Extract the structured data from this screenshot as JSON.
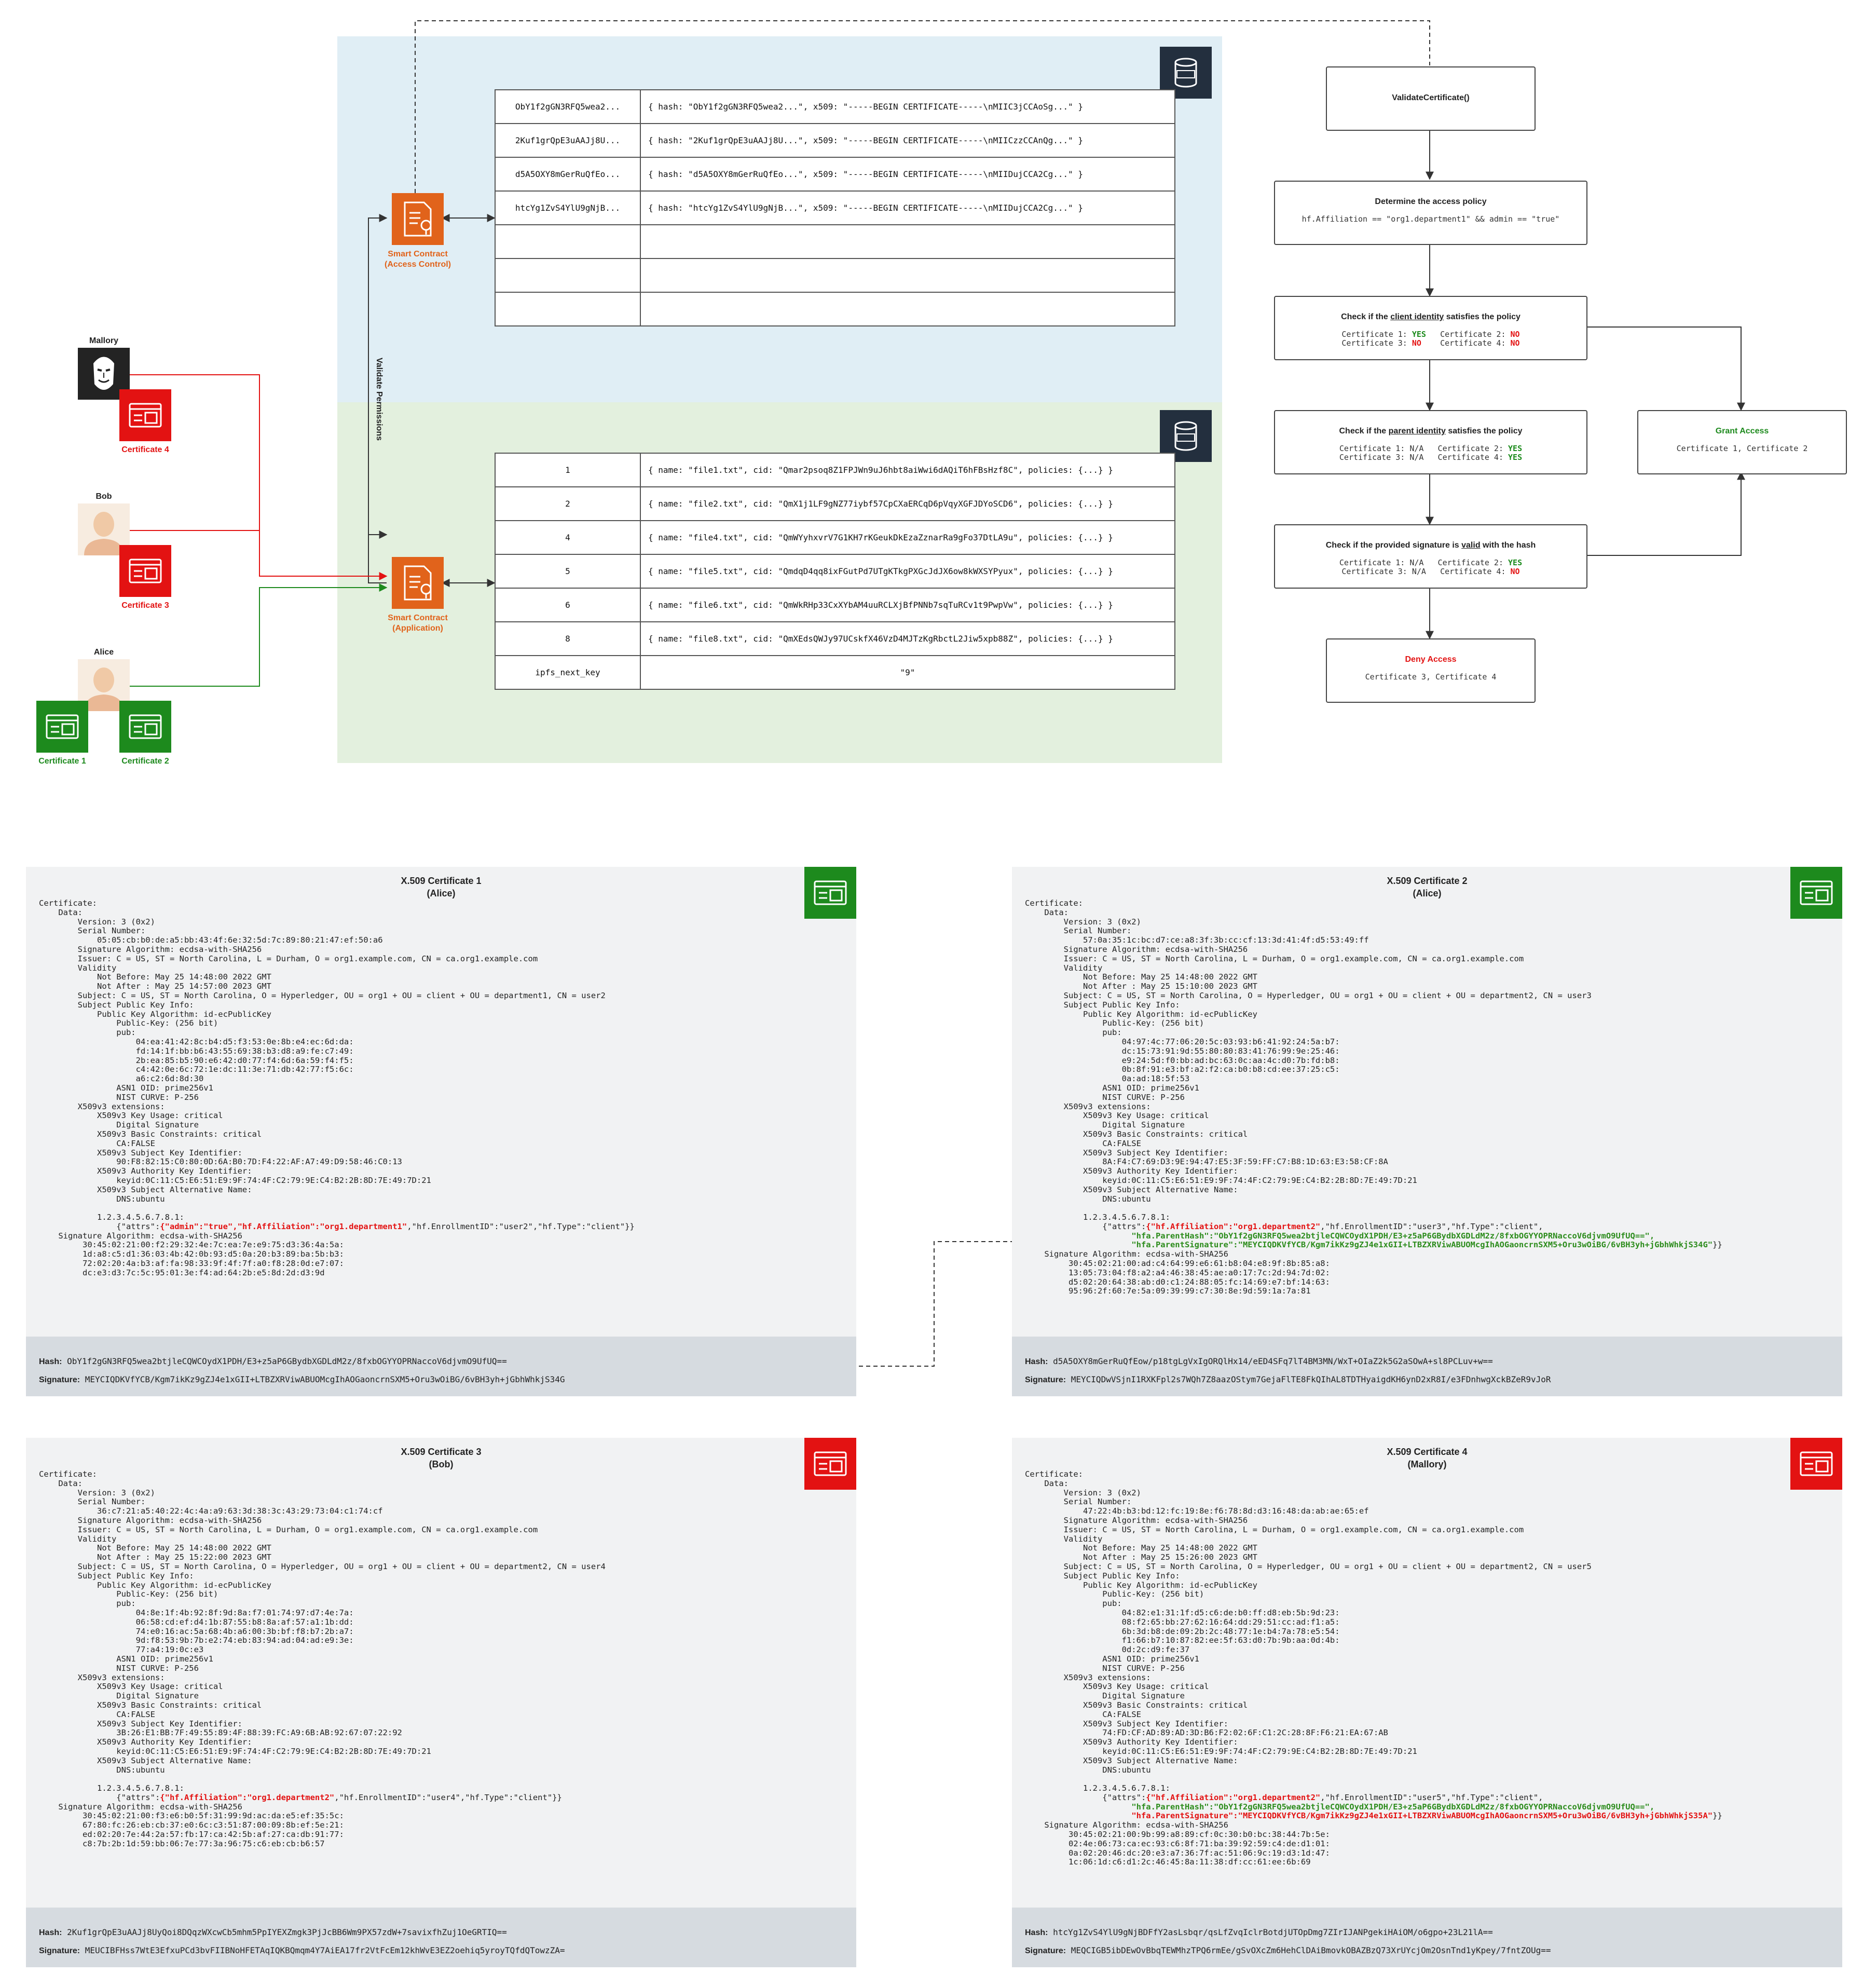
{
  "network": {
    "access_control_label": "Smart Contract\n(Access Control)",
    "application_label": "Smart Contract\n(Application)",
    "validate_permissions": "Validate Permissions",
    "cert_table": [
      {
        "key": "ObY1f2gGN3RFQ5wea2...",
        "value": "{ hash: \"ObY1f2gGN3RFQ5wea2...\", x509: \"-----BEGIN CERTIFICATE-----\\nMIIC3jCCAoSg...\" }"
      },
      {
        "key": "2Kuf1grQpE3uAAJj8U...",
        "value": "{ hash: \"2Kuf1grQpE3uAAJj8U...\", x509: \"-----BEGIN CERTIFICATE-----\\nMIICzzCCAnQg...\" }"
      },
      {
        "key": "d5A5OXY8mGerRuQfEo...",
        "value": "{ hash: \"d5A5OXY8mGerRuQfEo...\", x509: \"-----BEGIN CERTIFICATE-----\\nMIIDujCCA2Cg...\" }"
      },
      {
        "key": "htcYg1ZvS4YlU9gNjB...",
        "value": "{ hash: \"htcYg1ZvS4YlU9gNjB...\", x509: \"-----BEGIN CERTIFICATE-----\\nMIIDujCCA2Cg...\" }"
      },
      {
        "key": "",
        "value": ""
      },
      {
        "key": "",
        "value": ""
      },
      {
        "key": "",
        "value": ""
      }
    ],
    "file_table": [
      {
        "key": "1",
        "value": "{ name: \"file1.txt\", cid: \"Qmar2psoq8Z1FPJWn9uJ6hbt8aiWwi6dAQiT6hFBsHzf8C\", policies: {...} }"
      },
      {
        "key": "2",
        "value": "{ name: \"file2.txt\", cid: \"QmX1j1LF9gNZ77iybf57CpCXaERCqD6pVqyXGFJDYoSCD6\", policies: {...} }"
      },
      {
        "key": "4",
        "value": "{ name: \"file4.txt\", cid: \"QmWYyhxvrV7G1KH7rKGeukDkEzaZznarRa9gFo37DtLA9u\", policies: {...} }"
      },
      {
        "key": "5",
        "value": "{ name: \"file5.txt\", cid: \"QmdqD4qq8ixFGutPd7UTgKTkgPXGcJdJX6ow8kWXSYPyux\", policies: {...} }"
      },
      {
        "key": "6",
        "value": "{ name: \"file6.txt\", cid: \"QmWkRHp33CxXYbAM4uuRCLXjBfPNNb7sqTuRCv1t9PwpVw\", policies: {...} }"
      },
      {
        "key": "8",
        "value": "{ name: \"file8.txt\", cid: \"QmXEdsQWJy97UCskfX46VzD4MJTzKgRbctL2Jiw5xpb88Z\", policies: {...} }"
      },
      {
        "key": "ipfs_next_key",
        "value": "\"9\""
      }
    ]
  },
  "users": {
    "mallory": "Mallory",
    "bob": "Bob",
    "alice": "Alice",
    "cert1": "Certificate 1",
    "cert2": "Certificate 2",
    "cert3": "Certificate 3",
    "cert4": "Certificate 4"
  },
  "flow": {
    "validate": "ValidateCertificate()",
    "determine_title": "Determine the access policy",
    "determine_policy": "hf.Affiliation == \"org1.department1\" && admin == \"true\"",
    "client_title_pre": "Check if the ",
    "client_title_u": "client identity",
    "client_title_post": " satisfies the policy",
    "parent_title_pre": "Check if the ",
    "parent_title_u": "parent identity",
    "parent_title_post": " satisfies the policy",
    "sig_title_pre": "Check if the provided signature is ",
    "sig_title_u": "valid",
    "sig_title_post": " with the hash",
    "grant_title": "Grant Access",
    "grant_detail": "Certificate 1, Certificate 2",
    "deny_title": "Deny Access",
    "deny_detail": "Certificate 3, Certificate 4",
    "c1": "Certificate 1:",
    "c2": "Certificate 2:",
    "c3": "Certificate 3:",
    "c4": "Certificate 4:",
    "yes": "YES",
    "no": "NO",
    "na": "N/A"
  },
  "certs": [
    {
      "title": "X.509 Certificate 1",
      "subtitle": "(Alice)",
      "color": "#1d8a1d",
      "body": "Certificate:\n    Data:\n        Version: 3 (0x2)\n        Serial Number:\n            05:05:cb:b0:de:a5:bb:43:4f:6e:32:5d:7c:89:80:21:47:ef:50:a6\n        Signature Algorithm: ecdsa-with-SHA256\n        Issuer: C = US, ST = North Carolina, L = Durham, O = org1.example.com, CN = ca.org1.example.com\n        Validity\n            Not Before: May 25 14:48:00 2022 GMT\n            Not After : May 25 14:57:00 2023 GMT\n        Subject: C = US, ST = North Carolina, O = Hyperledger, OU = org1 + OU = client + OU = department1, CN = user2\n        Subject Public Key Info:\n            Public Key Algorithm: id-ecPublicKey\n                Public-Key: (256 bit)\n                pub:\n                    04:ea:41:42:8c:b4:d5:f3:53:0e:8b:e4:ec:6d:da:\n                    fd:14:1f:bb:b6:43:55:69:38:b3:d8:a9:fe:c7:49:\n                    2b:ea:85:b5:90:e6:42:d0:77:f4:6d:6a:59:f4:f5:\n                    c4:42:0e:6c:72:1e:dc:11:3e:71:db:42:77:f5:6c:\n                    a6:c2:6d:8d:30\n                ASN1 OID: prime256v1\n                NIST CURVE: P-256\n        X509v3 extensions:\n            X509v3 Key Usage: critical\n                Digital Signature\n            X509v3 Basic Constraints: critical\n                CA:FALSE\n            X509v3 Subject Key Identifier:\n                90:F8:82:15:C0:80:0D:6A:B0:7D:F4:22:AF:A7:49:D9:58:46:C0:13\n            X509v3 Authority Key Identifier:\n                keyid:0C:11:C5:E6:51:E9:9F:74:4F:C2:79:9E:C4:B2:2B:8D:7E:49:7D:21\n            X509v3 Subject Alternative Name:\n                DNS:ubuntu\n\n            1.2.3.4.5.6.7.8.1:",
      "attrs_pre": "                {\"attrs\":",
      "attrs_hl": "{\"admin\":\"true\",\"hf.Affiliation\":\"org1.department1\"",
      "attrs_post": ",\"hf.EnrollmentID\":\"user2\",\"hf.Type\":\"client\"}}",
      "tail": "    Signature Algorithm: ecdsa-with-SHA256\n         30:45:02:21:00:f2:29:32:4e:7c:ea:7e:e9:75:d3:36:4a:5a:\n         1d:a8:c5:d1:36:03:4b:42:0b:93:d5:0a:20:b3:89:ba:5b:b3:\n         72:02:20:4a:b3:af:fa:98:33:9f:4f:7f:a0:f8:28:0d:e7:07:\n         dc:e3:d3:7c:5c:95:01:3e:f4:ad:64:2b:e5:8d:2d:d3:9d",
      "hash_label": "Hash:",
      "hash": "ObY1f2gGN3RFQ5wea2btjleCQWCOydX1PDH/E3+z5aP6GBydbXGDLdM2z/8fxbOGYYOPRNaccoV6djvmO9UfUQ==",
      "sig_label": "Signature:",
      "sig": "MEYCIQDKVfYCB/Kgm7ikKz9gZJ4e1xGII+LTBZXRViwABUOMcgIhAOGaoncrnSXM5+Oru3wOiBG/6vBH3yh+jGbhWhkjS34G"
    },
    {
      "title": "X.509 Certificate 2",
      "subtitle": "(Alice)",
      "color": "#1d8a1d",
      "body": "Certificate:\n    Data:\n        Version: 3 (0x2)\n        Serial Number:\n            57:0a:35:1c:bc:d7:ce:a8:3f:3b:cc:cf:13:3d:41:4f:d5:53:49:ff\n        Signature Algorithm: ecdsa-with-SHA256\n        Issuer: C = US, ST = North Carolina, L = Durham, O = org1.example.com, CN = ca.org1.example.com\n        Validity\n            Not Before: May 25 14:48:00 2022 GMT\n            Not After : May 25 15:10:00 2023 GMT\n        Subject: C = US, ST = North Carolina, O = Hyperledger, OU = org1 + OU = client + OU = department2, CN = user3\n        Subject Public Key Info:\n            Public Key Algorithm: id-ecPublicKey\n                Public-Key: (256 bit)\n                pub:\n                    04:97:4c:77:06:20:5c:03:93:b6:41:92:24:5a:b7:\n                    dc:15:73:91:9d:55:80:80:83:41:76:99:9e:25:46:\n                    e9:24:5d:f0:bb:ad:bc:63:0c:aa:4c:d0:7b:fd:b8:\n                    0b:8f:91:e3:bf:a2:f2:ca:b0:b8:cd:ee:37:25:c5:\n                    0a:ad:18:5f:53\n                ASN1 OID: prime256v1\n                NIST CURVE: P-256\n        X509v3 extensions:\n            X509v3 Key Usage: critical\n                Digital Signature\n            X509v3 Basic Constraints: critical\n                CA:FALSE\n            X509v3 Subject Key Identifier:\n                8A:F4:C7:69:D3:9E:94:47:E5:3F:59:FF:C7:B8:1D:63:E3:58:CF:8A\n            X509v3 Authority Key Identifier:\n                keyid:0C:11:C5:E6:51:E9:9F:74:4F:C2:79:9E:C4:B2:2B:8D:7E:49:7D:21\n            X509v3 Subject Alternative Name:\n                DNS:ubuntu\n\n            1.2.3.4.5.6.7.8.1:",
      "attrs_pre": "                {\"attrs\":",
      "attrs_hl": "{\"hf.Affiliation\":\"org1.department2\"",
      "attrs_post": ",\"hf.EnrollmentID\":\"user3\",\"hf.Type\":\"client\",",
      "ph_pre": "                      ",
      "ph": "\"hfa.ParentHash\":\"ObY1f2gGN3RFQ5wea2btjleCQWCOydX1PDH/E3+z5aP6GBydbXGDLdM2z/8fxbOGYYOPRNaccoV6djvmO9UfUQ==\",",
      "ps_pre": "                      ",
      "ps": "\"hfa.ParentSignature\":\"MEYCIQDKVfYCB/Kgm7ikKz9gZJ4e1xGII+LTBZXRViwABUOMcgIhAOGaoncrnSXM5+Oru3wOiBG/6vBH3yh+jGbhWhkjS34G\"",
      "ps_post": "}}",
      "tail": "    Signature Algorithm: ecdsa-with-SHA256\n         30:45:02:21:00:ad:c4:64:99:e6:61:b8:04:e8:9f:8b:85:a8:\n         13:05:73:04:f8:a2:a4:46:38:45:ae:a0:17:7c:2d:94:7d:02:\n         d5:02:20:64:38:ab:d0:c1:24:88:05:fc:14:69:e7:bf:14:63:\n         95:96:2f:60:7e:5a:09:39:99:c7:30:8e:9d:59:1a:7a:81",
      "hash_label": "Hash:",
      "hash": "d5A5OXY8mGerRuQfEow/p18tgLgVxIgORQlHx14/eED4SFq7lT4BM3MN/WxT+OIaZ2k5G2aSOwA+sl8PCLuv+w==",
      "sig_label": "Signature:",
      "sig": "MEYCIQDwVSjnI1RXKFpl2s7WQh7Z8aazOStym7GejaFlTE8FkQIhAL8TDTHyaigdKH6ynD2xR8I/e3FDnhwgXckBZeR9vJoR"
    },
    {
      "title": "X.509 Certificate 3",
      "subtitle": "(Bob)",
      "color": "#e31212",
      "body": "Certificate:\n    Data:\n        Version: 3 (0x2)\n        Serial Number:\n            36:c7:21:a5:40:22:4c:4a:a9:63:3d:38:3c:43:29:73:04:c1:74:cf\n        Signature Algorithm: ecdsa-with-SHA256\n        Issuer: C = US, ST = North Carolina, L = Durham, O = org1.example.com, CN = ca.org1.example.com\n        Validity\n            Not Before: May 25 14:48:00 2022 GMT\n            Not After : May 25 15:22:00 2023 GMT\n        Subject: C = US, ST = North Carolina, O = Hyperledger, OU = org1 + OU = client + OU = department2, CN = user4\n        Subject Public Key Info:\n            Public Key Algorithm: id-ecPublicKey\n                Public-Key: (256 bit)\n                pub:\n                    04:8e:1f:4b:92:8f:9d:8a:f7:01:74:97:d7:4e:7a:\n                    06:58:cd:ef:d4:1b:87:55:b8:8a:af:57:a1:1b:dd:\n                    74:e0:16:ac:5a:68:4b:a6:00:3b:bf:f8:b7:2b:a7:\n                    9d:f8:53:9b:7b:e2:74:eb:83:94:ad:04:ad:e9:3e:\n                    77:a4:19:0c:e3\n                ASN1 OID: prime256v1\n                NIST CURVE: P-256\n        X509v3 extensions:\n            X509v3 Key Usage: critical\n                Digital Signature\n            X509v3 Basic Constraints: critical\n                CA:FALSE\n            X509v3 Subject Key Identifier:\n                3B:26:E1:BB:7F:49:55:89:4F:88:39:FC:A9:6B:AB:92:67:07:22:92\n            X509v3 Authority Key Identifier:\n                keyid:0C:11:C5:E6:51:E9:9F:74:4F:C2:79:9E:C4:B2:2B:8D:7E:49:7D:21\n            X509v3 Subject Alternative Name:\n                DNS:ubuntu\n\n            1.2.3.4.5.6.7.8.1:",
      "attrs_pre": "                {\"attrs\":",
      "attrs_hl": "{\"hf.Affiliation\":\"org1.department2\"",
      "attrs_post": ",\"hf.EnrollmentID\":\"user4\",\"hf.Type\":\"client\"}}",
      "tail": "    Signature Algorithm: ecdsa-with-SHA256\n         30:45:02:21:00:f3:e6:b0:5f:31:99:9d:ac:da:e5:ef:35:5c:\n         67:80:fc:26:eb:cb:37:e0:6c:c3:51:87:00:09:8b:ef:5e:21:\n         ed:02:20:7e:44:2a:57:fb:17:ca:42:5b:af:27:ca:db:91:77:\n         c8:7b:2b:1d:59:bb:06:7e:77:3a:96:75:c6:eb:cb:b6:57",
      "hash_label": "Hash:",
      "hash": "2Kuf1grQpE3uAAJj8UyQoi8DQqzWXcwCb5mhm5PpIYEXZmgk3PjJcBB6Wm9PX57zdW+7savixfhZuj1OeGRTIQ==",
      "sig_label": "Signature:",
      "sig": "MEUCIBFHss7WtE3EfxuPCd3bvFIIBNoHFETAqIQKBQmqm4Y7AiEA17fr2VtFcEm12khWvE3EZ2oehiq5yroyTQfdQTowzZA="
    },
    {
      "title": "X.509 Certificate 4",
      "subtitle": "(Mallory)",
      "color": "#e31212",
      "body": "Certificate:\n    Data:\n        Version: 3 (0x2)\n        Serial Number:\n            47:22:4b:b3:bd:12:fc:19:8e:f6:78:8d:d3:16:48:da:ab:ae:65:ef\n        Signature Algorithm: ecdsa-with-SHA256\n        Issuer: C = US, ST = North Carolina, L = Durham, O = org1.example.com, CN = ca.org1.example.com\n        Validity\n            Not Before: May 25 14:48:00 2022 GMT\n            Not After : May 25 15:26:00 2023 GMT\n        Subject: C = US, ST = North Carolina, O = Hyperledger, OU = org1 + OU = client + OU = department2, CN = user5\n        Subject Public Key Info:\n            Public Key Algorithm: id-ecPublicKey\n                Public-Key: (256 bit)\n                pub:\n                    04:82:e1:31:1f:d5:c6:de:b0:ff:d8:eb:5b:9d:23:\n                    08:f2:65:bb:27:62:16:64:dd:29:51:cc:ad:f1:a5:\n                    6b:3d:b8:de:09:2b:2c:48:77:1e:b4:7a:78:e5:54:\n                    f1:66:b7:10:87:82:ee:5f:63:d0:7b:9b:aa:0d:4b:\n                    0d:2c:d9:fe:37\n                ASN1 OID: prime256v1\n                NIST CURVE: P-256\n        X509v3 extensions:\n            X509v3 Key Usage: critical\n                Digital Signature\n            X509v3 Basic Constraints: critical\n                CA:FALSE\n            X509v3 Subject Key Identifier:\n                74:FD:CF:AD:89:AD:3D:B6:F2:02:6F:C1:2C:28:8F:F6:21:EA:67:AB\n            X509v3 Authority Key Identifier:\n                keyid:0C:11:C5:E6:51:E9:9F:74:4F:C2:79:9E:C4:B2:2B:8D:7E:49:7D:21\n            X509v3 Subject Alternative Name:\n                DNS:ubuntu\n\n            1.2.3.4.5.6.7.8.1:",
      "attrs_pre": "                {\"attrs\":",
      "attrs_hl": "{\"hf.Affiliation\":\"org1.department2\"",
      "attrs_post": ",\"hf.EnrollmentID\":\"user5\",\"hf.Type\":\"client\",",
      "ph_pre": "                      ",
      "ph": "\"hfa.ParentHash\":\"ObY1f2gGN3RFQ5wea2btjleCQWCOydX1PDH/E3+z5aP6GBydbXGDLdM2z/8fxbOGYYOPRNaccoV6djvmO9UfUQ==\",",
      "ps_pre": "                      ",
      "ps": "\"hfa.ParentSignature\":\"MEYCIQDKVfYCB/Kgm7ikKz9gZJ4e1xGII+LTBZXRViwABUOMcgIhAOGaoncrnSXM5+Oru3wOiBG/6vBH3yh+jGbhWhkjS35A\"",
      "ps_post": "}}",
      "tail": "    Signature Algorithm: ecdsa-with-SHA256\n         30:45:02:21:00:9b:99:a8:89:cf:0c:30:b0:bc:38:44:7b:5e:\n         02:4e:06:73:ca:ec:93:c6:8f:71:ba:39:92:59:c4:de:d1:01:\n         0a:02:20:46:dc:20:e3:a7:36:7f:ac:51:06:9c:19:d3:1d:47:\n         1c:06:1d:c6:d1:2c:46:45:8a:11:38:df:cc:61:ee:6b:69",
      "hash_label": "Hash:",
      "hash": "htcYg1ZvS4YlU9gNjBDFfY2asLsbqr/qsLfZvqIclrBotdjUTOpDmg7ZIrIJANPgekiHAiOM/o6gpo+23L21lA==",
      "sig_label": "Signature:",
      "sig": "MEQCIGB5ibDEwOvBbqTEWMhzTPQ6rmEe/gSvOXcZm6HehClDAiBmovkOBAZBzQ73XrUYcjOm2OsnTnd1yKpey/7fntZOUg=="
    }
  ]
}
